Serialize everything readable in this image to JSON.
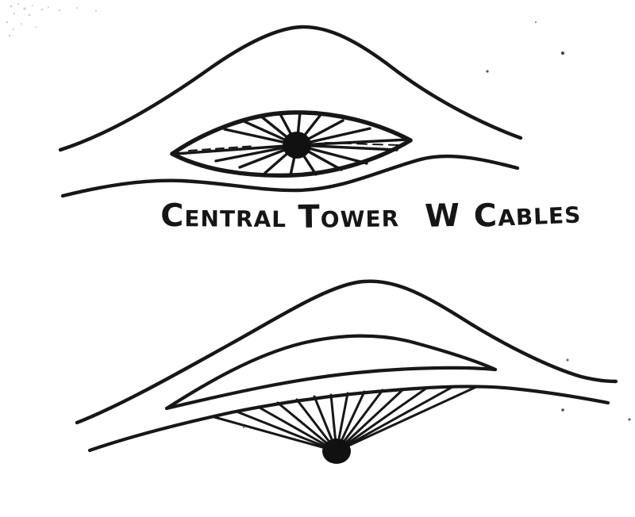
{
  "page": {
    "background_color": "#ffffff",
    "ink_color": "#171717"
  },
  "caption": {
    "text": "CENTRAL TOWER W CABLES",
    "words": [
      "CENTRAL",
      "TOWER",
      "W",
      "CABLES"
    ]
  }
}
